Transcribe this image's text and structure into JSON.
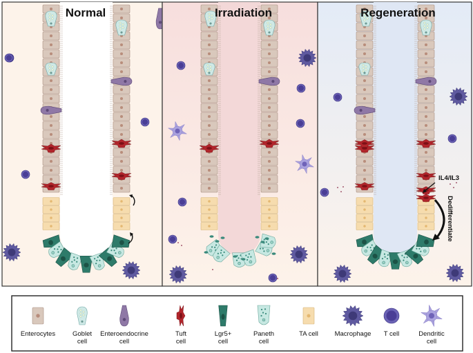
{
  "panels": [
    {
      "title": "Normal",
      "stage": "normal"
    },
    {
      "title": "Irradiation",
      "stage": "irradiation"
    },
    {
      "title": "Regeneration",
      "stage": "regeneration"
    }
  ],
  "annotations": {
    "cytokines": "IL4/IL3",
    "dedifferentiate": "Dedifferentiate"
  },
  "legend": [
    {
      "key": "enterocyte",
      "lines": [
        "Enterocytes"
      ]
    },
    {
      "key": "goblet",
      "lines": [
        "Goblet",
        "cell"
      ]
    },
    {
      "key": "enteroendocrine",
      "lines": [
        "Enteroendocrine",
        "cell"
      ]
    },
    {
      "key": "tuft",
      "lines": [
        "Tuft",
        "cell"
      ]
    },
    {
      "key": "lgr5",
      "lines": [
        "Lgr5+",
        "cell"
      ]
    },
    {
      "key": "paneth",
      "lines": [
        "Paneth",
        "cell"
      ]
    },
    {
      "key": "ta",
      "lines": [
        "TA cell"
      ]
    },
    {
      "key": "macrophage",
      "lines": [
        "Macrophage"
      ]
    },
    {
      "key": "tcell",
      "lines": [
        "T cell"
      ]
    },
    {
      "key": "dendritic",
      "lines": [
        "Dendritic",
        "cell"
      ]
    }
  ],
  "colors": {
    "panel_normal_bg": "#fdf3ea",
    "panel_irradiation_bg": "#f8e4e2",
    "panel_regeneration_bg": "#e6ecf6",
    "tissue_bg": "#fdf1e6",
    "enterocyte": "#d9c8bc",
    "enterocyte_nucleus": "#b88d7c",
    "goblet": "#cfe9e6",
    "enteroendocrine": "#8f78a6",
    "tuft": "#b1252b",
    "lgr5": "#2e7b6a",
    "paneth": "#c7e8e2",
    "ta": "#f6dcae",
    "macrophage": "#5f5aa0",
    "tcell": "#4a3e96",
    "dendritic": "#aaa2de"
  }
}
